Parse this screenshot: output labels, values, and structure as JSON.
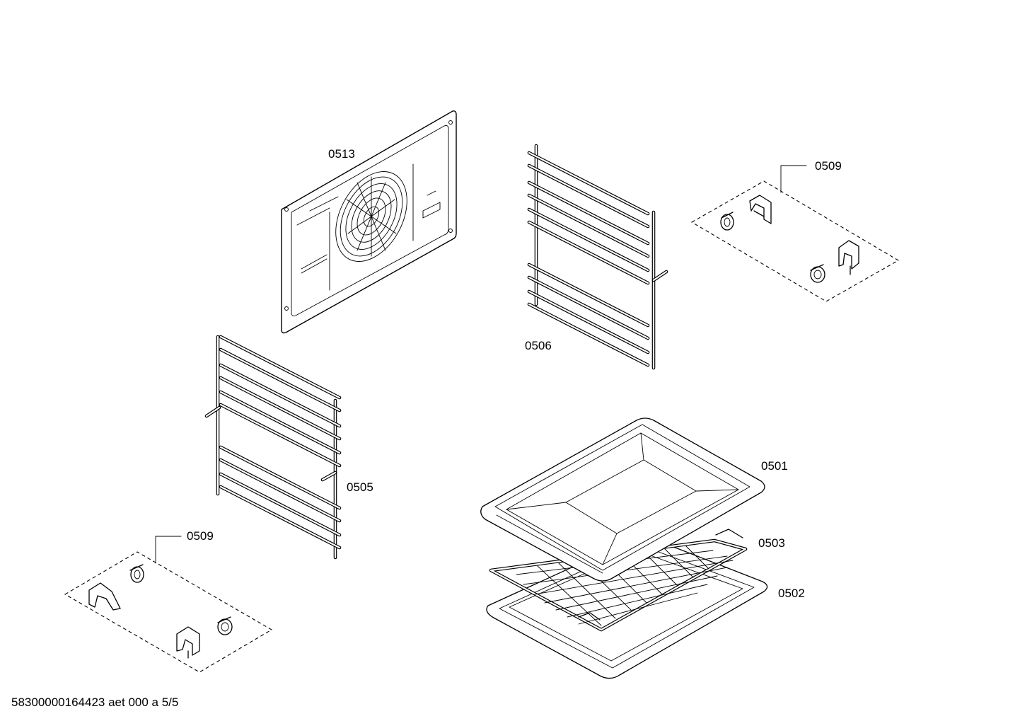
{
  "labels": {
    "part_0513": "0513",
    "part_0506": "0506",
    "part_0509_top": "0509",
    "part_0505": "0505",
    "part_0509_bottom": "0509",
    "part_0501": "0501",
    "part_0503": "0503",
    "part_0502": "0502"
  },
  "footer": {
    "document_code": "58300000164423 aet 000 a 5/5"
  },
  "colors": {
    "line": "#000000",
    "background": "#ffffff"
  }
}
